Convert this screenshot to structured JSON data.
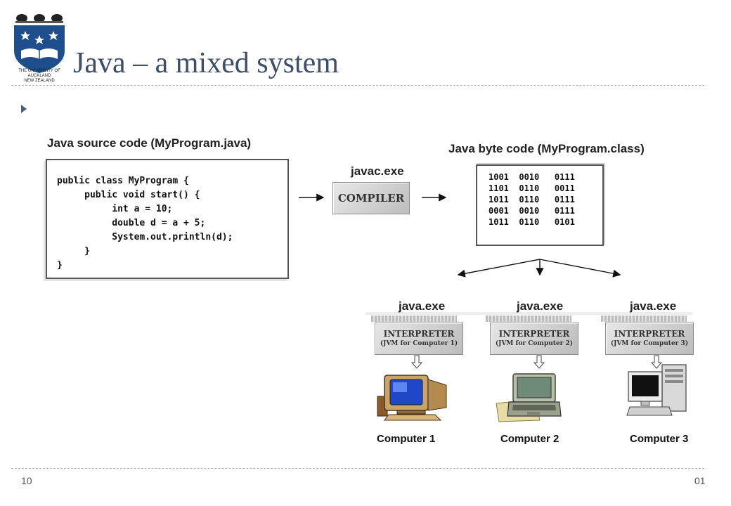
{
  "slide": {
    "title": "Java – a mixed system",
    "logo_text": "THE UNIVERSITY OF AUCKLAND",
    "logo_subtext": "NEW ZEALAND",
    "page_number": "10",
    "footer_right": "01"
  },
  "diagram": {
    "source_label": "Java source code (MyProgram.java)",
    "source_code": "public class MyProgram {\n     public void start() {\n          int a = 10;\n          double d = a + 5;\n          System.out.println(d);\n     }\n}",
    "compiler_exe": "javac.exe",
    "compiler_text": "COMPILER",
    "bytecode_label": "Java byte code (MyProgram.class)",
    "bytecode": "1001  0010   0111\n1101  0110   0011\n1011  0110   0111\n0001  0010   0111\n1011  0110   0101",
    "targets": [
      {
        "exe": "java.exe",
        "interpreter": "INTERPRETER",
        "jvm": "(JVM for Computer 1)",
        "computer": "Computer 1"
      },
      {
        "exe": "java.exe",
        "interpreter": "INTERPRETER",
        "jvm": "(JVM for Computer 2)",
        "computer": "Computer 2"
      },
      {
        "exe": "java.exe",
        "interpreter": "INTERPRETER",
        "jvm": "(JVM for Computer 3)",
        "computer": "Computer 3"
      }
    ]
  }
}
